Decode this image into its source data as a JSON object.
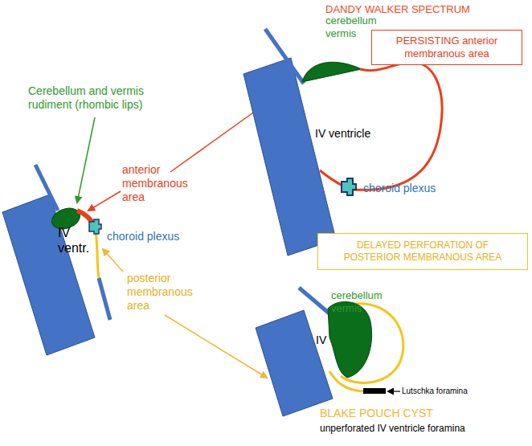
{
  "diagram": {
    "nodes": [
      {
        "text": [
          "PERSISTING anterior membranous area"
        ]
      },
      {
        "text": [
          "DELAYED PERFORATION OF POSTERIOR MEMBRANOUS AREA"
        ]
      }
    ],
    "labels": [
      "DANDY WALKER SPECTRUM",
      "cerebellum vermis",
      "IV ventricle",
      "choroid plexus",
      "Cerebellum and vermis rudiment (rhombic lips)",
      "anterior membranous area",
      "IV ventr.",
      "choroid plexus",
      "posterior membranous area",
      "cerebellum vermis",
      "IV",
      "Lutschka foramina",
      "BLAKE POUCH CYST",
      "unperforated IV ventricle foramina"
    ]
  }
}
